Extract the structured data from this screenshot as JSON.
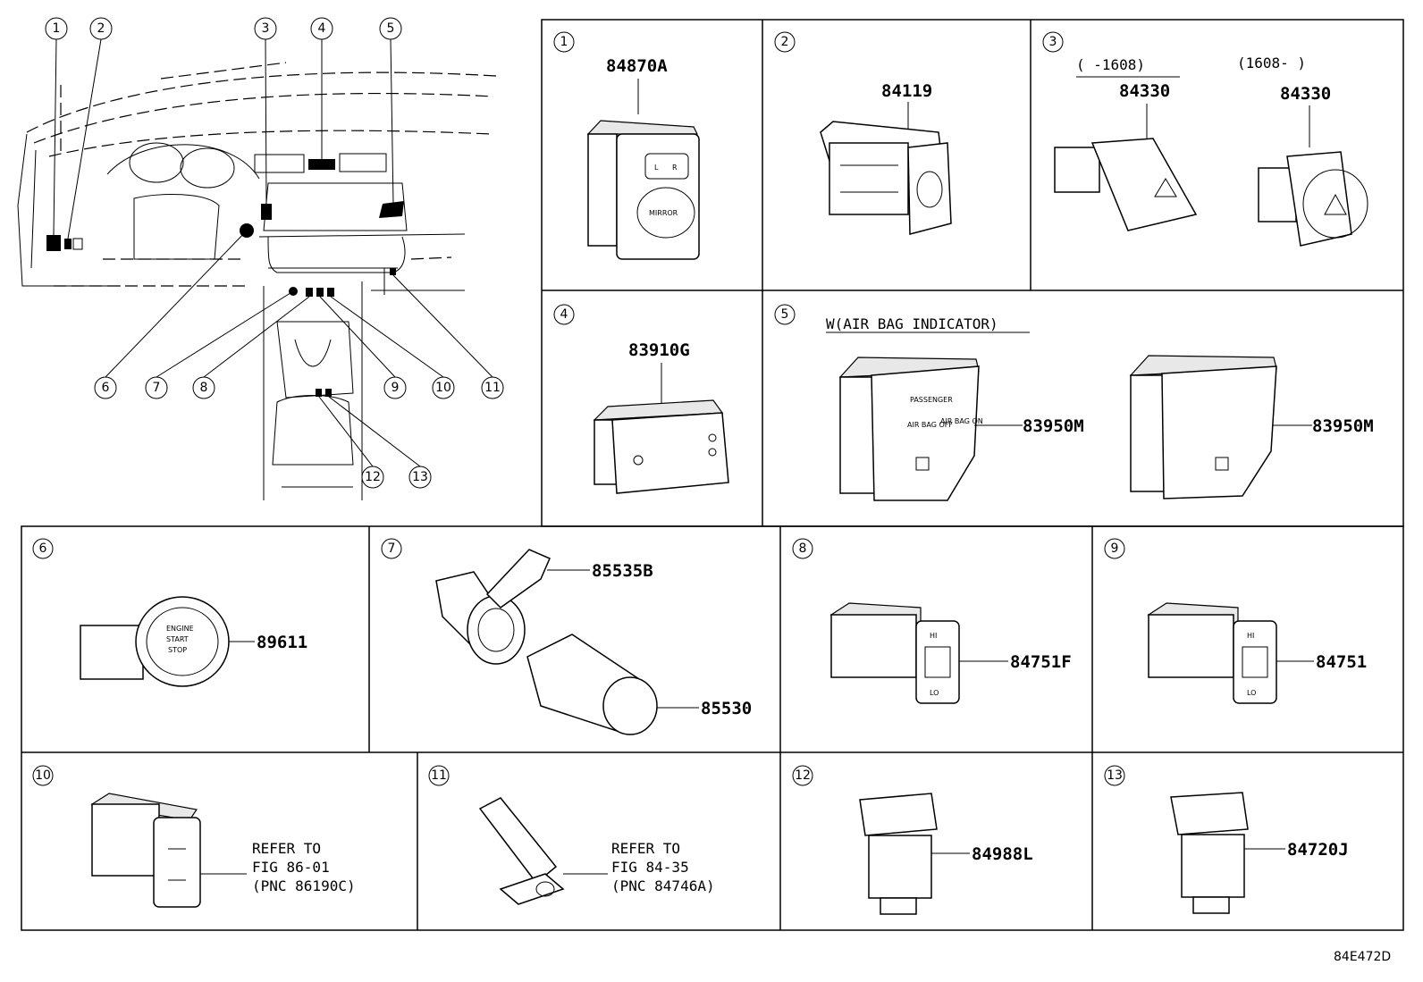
{
  "callouts": [
    "1",
    "2",
    "3",
    "4",
    "5",
    "6",
    "7",
    "8",
    "9",
    "10",
    "11",
    "12",
    "13"
  ],
  "panels": {
    "p1": {
      "num": "1",
      "part": "84870A",
      "mirror_label": "MIRROR",
      "l_label": "L",
      "r_label": "R"
    },
    "p2": {
      "num": "2",
      "part": "84119"
    },
    "p3": {
      "num": "3",
      "left_range": "(     -1608)",
      "left_part": "84330",
      "right_range": "(1608-     )",
      "right_part": "84330"
    },
    "p4": {
      "num": "4",
      "part": "83910G"
    },
    "p5": {
      "num": "5",
      "heading": "W(AIR BAG INDICATOR)",
      "part_a": "83950M",
      "part_b": "83950M",
      "panel_text": "PASSENGER",
      "off_label": "AIR BAG OFF",
      "on_label": "AIR BAG ON"
    },
    "p6": {
      "num": "6",
      "part": "89611",
      "button_text_1": "ENGINE",
      "button_text_2": "START",
      "button_text_3": "STOP"
    },
    "p7": {
      "num": "7",
      "part_a": "85535B",
      "part_b": "85530"
    },
    "p8": {
      "num": "8",
      "part": "84751F",
      "hi": "HI",
      "lo": "LO"
    },
    "p9": {
      "num": "9",
      "part": "84751",
      "hi": "HI",
      "lo": "LO"
    },
    "p10": {
      "num": "10",
      "ref_1": "REFER TO",
      "ref_2": "FIG 86-01",
      "ref_3": "(PNC 86190C)"
    },
    "p11": {
      "num": "11",
      "ref_1": "REFER TO",
      "ref_2": "FIG 84-35",
      "ref_3": "(PNC 84746A)"
    },
    "p12": {
      "num": "12",
      "part": "84988L"
    },
    "p13": {
      "num": "13",
      "part": "84720J"
    }
  },
  "figure_code": "84E472D"
}
